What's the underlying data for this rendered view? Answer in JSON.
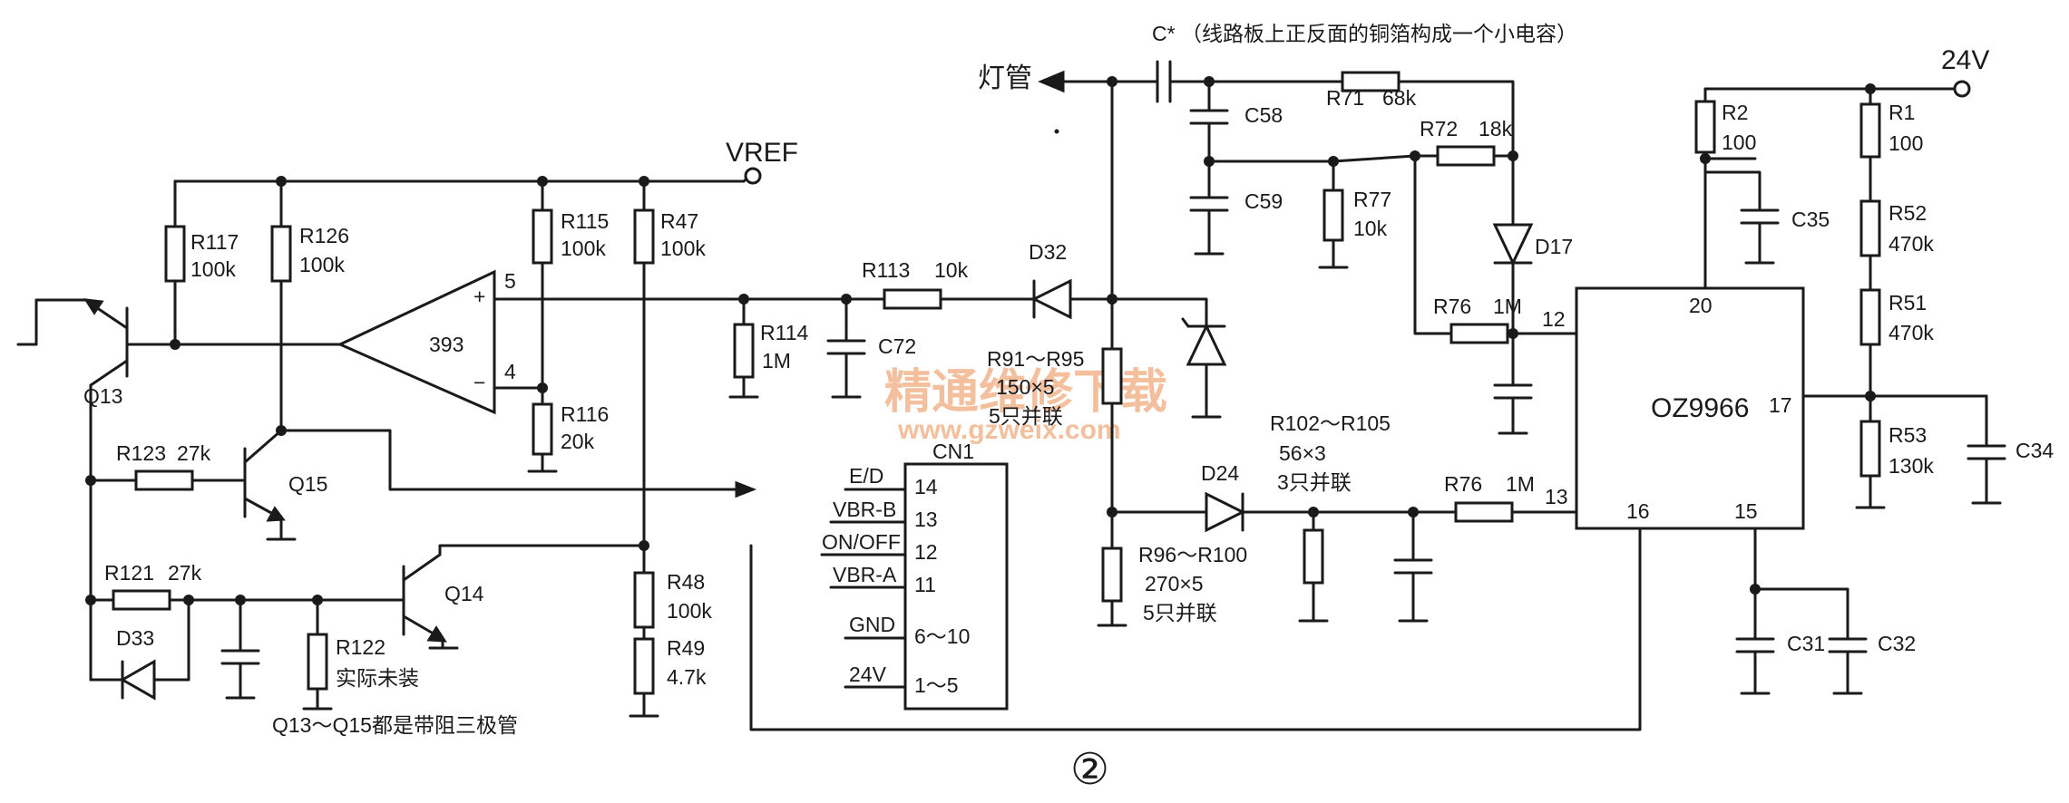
{
  "capacitor_note": "C* （线路板上正反面的铜箔构成一个小电容）",
  "lamp_label": "灯管",
  "vref_label": "VREF",
  "v24_label": "24V",
  "figure_number": "②",
  "footnote": "Q13～Q15都是带阻三极管",
  "watermark": {
    "cn": "精通维修下载",
    "url": "www.gzweix.com"
  },
  "comparator": {
    "name": "393",
    "pin_plus": "5",
    "pin_minus": "4",
    "plus_sign": "+",
    "minus_sign": "−"
  },
  "ic": {
    "name": "OZ9966",
    "pins": {
      "p20": "20",
      "p12": "12",
      "p13": "13",
      "p16": "16",
      "p15": "15",
      "p17": "17"
    }
  },
  "connector": {
    "name": "CN1",
    "pins": [
      {
        "label": "E/D",
        "num": "14"
      },
      {
        "label": "VBR-B",
        "num": "13"
      },
      {
        "label": "ON/OFF",
        "num": "12"
      },
      {
        "label": "VBR-A",
        "num": "11"
      },
      {
        "label": "GND",
        "num": "6～10"
      },
      {
        "label": "24V",
        "num": "1～5"
      }
    ]
  },
  "resistors": {
    "R117": {
      "name": "R117",
      "value": "100k"
    },
    "R126": {
      "name": "R126",
      "value": "100k"
    },
    "R115": {
      "name": "R115",
      "value": "100k"
    },
    "R47": {
      "name": "R47",
      "value": "100k"
    },
    "R116": {
      "name": "R116",
      "value": "20k"
    },
    "R114": {
      "name": "R114",
      "value": "1M"
    },
    "R113": {
      "name": "R113",
      "value": "10k"
    },
    "R123": {
      "name": "R123",
      "value": "27k"
    },
    "R121": {
      "name": "R121",
      "value": "27k"
    },
    "R122": {
      "name": "R122",
      "value": "实际未装"
    },
    "R48": {
      "name": "R48",
      "value": "100k"
    },
    "R49": {
      "name": "R49",
      "value": "4.7k"
    },
    "R91": {
      "name": "R91～R95",
      "value": "150×5",
      "note": "5只并联"
    },
    "R96": {
      "name": "R96～R100",
      "value": "270×5",
      "note": "5只并联"
    },
    "R102": {
      "name": "R102～R105",
      "value": "56×3",
      "note": "3只并联"
    },
    "R76a": {
      "name": "R76",
      "value": "1M"
    },
    "R76b": {
      "name": "R76",
      "value": "1M"
    },
    "R71": {
      "name": "R71",
      "value": "68k"
    },
    "R72": {
      "name": "R72",
      "value": "18k"
    },
    "R77": {
      "name": "R77",
      "value": "10k"
    },
    "R2": {
      "name": "R2",
      "value": "100"
    },
    "R1": {
      "name": "R1",
      "value": "100"
    },
    "R52": {
      "name": "R52",
      "value": "470k"
    },
    "R51": {
      "name": "R51",
      "value": "470k"
    },
    "R53": {
      "name": "R53",
      "value": "130k"
    }
  },
  "capacitors": {
    "C72": "C72",
    "C58": "C58",
    "C59": "C59",
    "C35": "C35",
    "C34": "C34",
    "C31": "C31",
    "C32": "C32"
  },
  "diodes": {
    "D32": "D32",
    "D17": "D17",
    "D24": "D24",
    "D33": "D33"
  },
  "transistors": {
    "Q13": "Q13",
    "Q15": "Q15",
    "Q14": "Q14"
  }
}
